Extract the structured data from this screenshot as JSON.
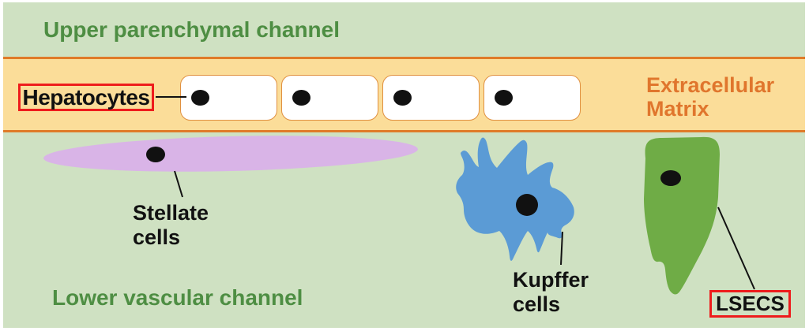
{
  "channels": {
    "upper_label": "Upper parenchymal channel",
    "lower_label": "Lower vascular channel"
  },
  "ecm": {
    "label_line1": "Extracellular",
    "label_line2": "Matrix"
  },
  "cells": {
    "hepatocytes_label": "Hepatocytes",
    "hepatocyte_count": 4,
    "stellate_label_line1": "Stellate",
    "stellate_label_line2": "cells",
    "kupffer_label_line1": "Kupffer",
    "kupffer_label_line2": "cells",
    "lsecs_label": "LSECS"
  },
  "colors": {
    "channel_green_bg": "#cfe1c2",
    "channel_text_green": "#4e8e43",
    "ecm_band_bg": "#fbdd99",
    "ecm_border_orange": "#e07b28",
    "ecm_text_orange": "#e0762d",
    "hep_cell_border": "#e09040",
    "highlight_red": "#ee1c1c",
    "stellate_purple": "#d9b4e7",
    "kupffer_blue": "#5b9bd5",
    "lsecs_green": "#6fac46",
    "nucleus_black": "#111111",
    "leader_line": "#111111"
  }
}
